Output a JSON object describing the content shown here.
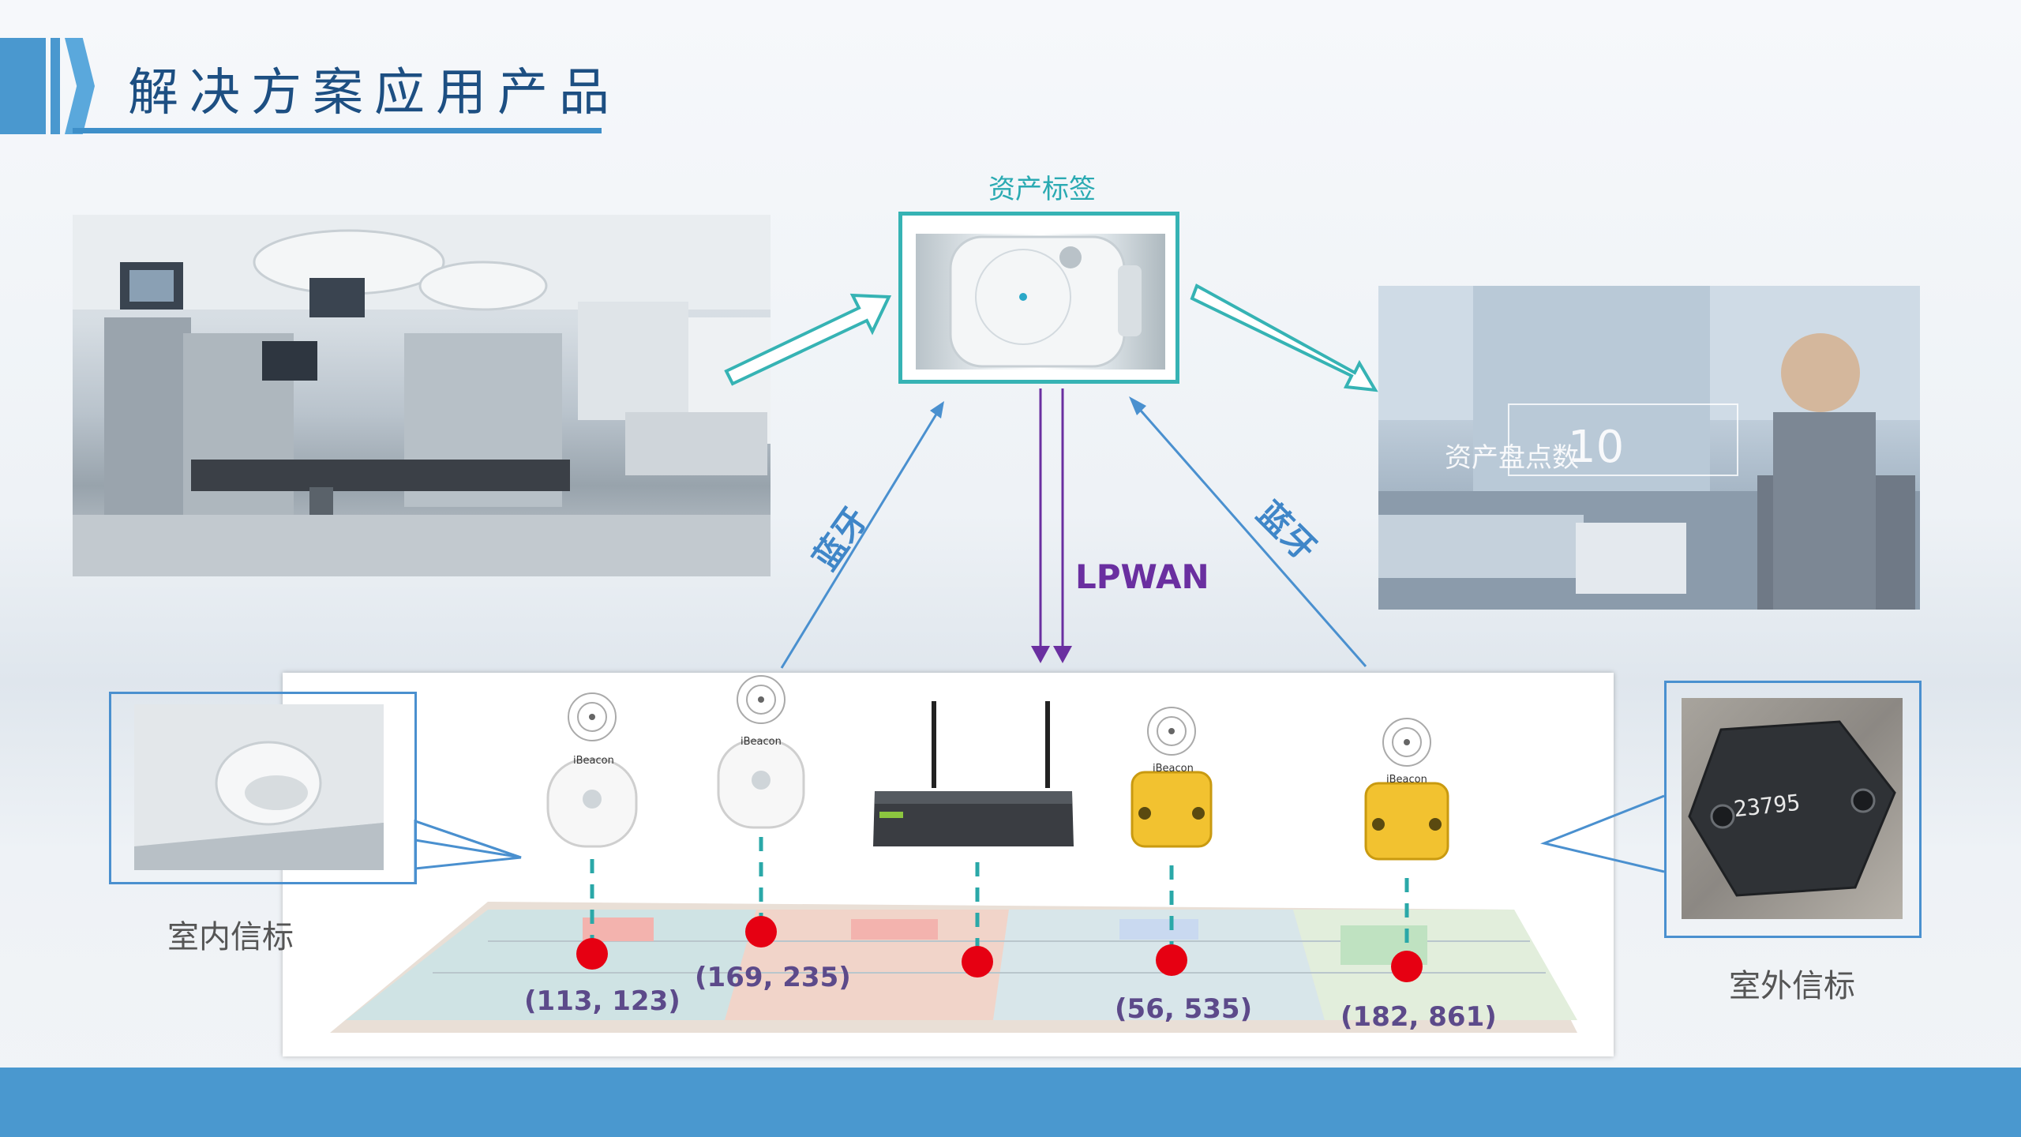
{
  "header": {
    "title": "解决方案应用产品"
  },
  "asset_tag": {
    "label": "资产标签"
  },
  "links": {
    "lpwan": "LPWAN",
    "bluetooth_left": "蓝牙",
    "bluetooth_right": "蓝牙"
  },
  "office_screen": {
    "text": "资产盘点数",
    "count": "10"
  },
  "captions": {
    "indoor": "室内信标",
    "outdoor": "室外信标"
  },
  "beacon_label": "iBeacon",
  "outdoor_tag_text": "23795",
  "coordinates": [
    "(113, 123)",
    "(169, 235)",
    "(56, 535)",
    "(182, 861)"
  ],
  "colors": {
    "accent": "#4a98cf",
    "teal": "#36b3b4",
    "purple": "#6a2fa0",
    "arrow_blue": "#4a90cf",
    "point_red": "#e60012"
  }
}
